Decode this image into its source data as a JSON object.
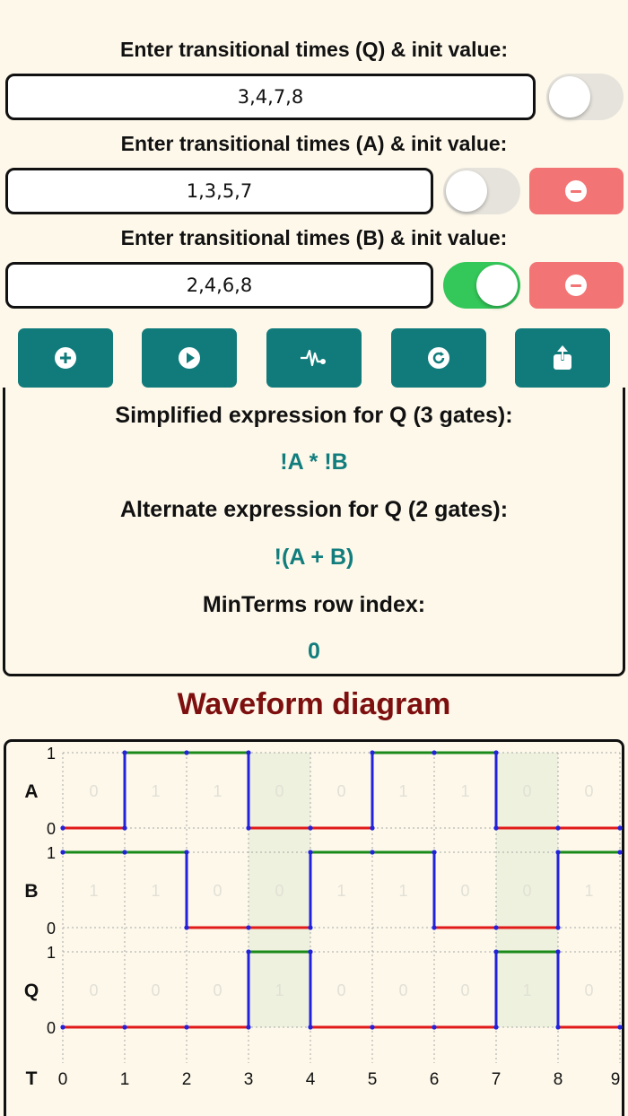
{
  "inputs": [
    {
      "label": "Enter transitional times (Q) & init value:",
      "value": "3,4,7,8",
      "toggle_on": false,
      "removable": false
    },
    {
      "label": "Enter transitional times (A) & init value:",
      "value": "1,3,5,7",
      "toggle_on": false,
      "removable": true
    },
    {
      "label": "Enter transitional times (B) & init value:",
      "value": "2,4,6,8",
      "toggle_on": true,
      "removable": true
    }
  ],
  "toolbar": {
    "buttons": [
      {
        "name": "add-signal-button",
        "icon": "plus-circle-icon"
      },
      {
        "name": "run-button",
        "icon": "play-circle-icon"
      },
      {
        "name": "waveform-button",
        "icon": "waveform-icon"
      },
      {
        "name": "reset-button",
        "icon": "refresh-icon"
      },
      {
        "name": "share-button",
        "icon": "share-icon"
      }
    ]
  },
  "results": {
    "simplified_label": "Simplified expression for Q (3 gates):",
    "simplified_expr": "!A * !B",
    "alternate_label": "Alternate expression for Q (2 gates):",
    "alternate_expr": "!(A + B)",
    "minterms_label": "MinTerms row index:",
    "minterms_value": "0"
  },
  "waveform": {
    "title": "Waveform diagram",
    "time_label": "T",
    "time_ticks": [
      "0",
      "1",
      "2",
      "3",
      "4",
      "5",
      "6",
      "7",
      "8",
      "9"
    ],
    "highlight_intervals": [
      [
        3,
        4
      ],
      [
        7,
        8
      ]
    ],
    "signals": [
      {
        "name": "A",
        "values": [
          0,
          1,
          1,
          0,
          0,
          1,
          1,
          0,
          0
        ]
      },
      {
        "name": "B",
        "values": [
          1,
          1,
          0,
          0,
          1,
          1,
          0,
          0,
          1
        ]
      },
      {
        "name": "Q",
        "values": [
          0,
          0,
          0,
          1,
          0,
          0,
          0,
          1,
          0
        ]
      }
    ],
    "colors": {
      "high": "#1a8a1a",
      "low": "#e11a1a",
      "edge": "#2222dd",
      "highlight": "#eef1dd",
      "cell_text": "#e2e0d6"
    }
  }
}
